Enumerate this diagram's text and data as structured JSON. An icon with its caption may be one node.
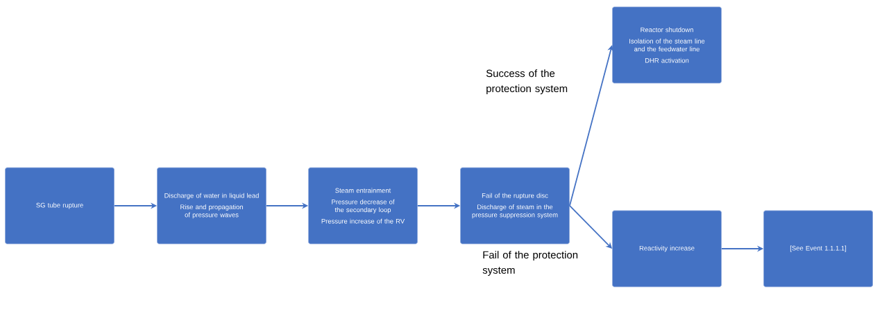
{
  "diagram": {
    "nodes": [
      {
        "text": [
          "SG tube rupture"
        ]
      },
      {
        "text": [
          "Discharge of water in liquid lead",
          "Rise and propagation of pressure waves"
        ]
      },
      {
        "text": [
          "Steam entrainment",
          "Pressure decrease of the secondary loop",
          "Pressure increase of the RV"
        ]
      },
      {
        "text": [
          "Fail of the rupture disc",
          "Discharge of steam in the pressure suppression system"
        ]
      },
      {
        "text": [
          "Reactor shutdown",
          "Isolation of the steam line and the feedwater line",
          "DHR activation"
        ]
      },
      {
        "text": [
          "Reactivity increase"
        ]
      },
      {
        "text": [
          "[See Event 1.1.1.1]"
        ]
      }
    ],
    "edges": [
      {
        "from": 0,
        "to": 1,
        "arrow": "to"
      },
      {
        "from": 1,
        "to": 2,
        "arrow": "to"
      },
      {
        "from": 2,
        "to": 3,
        "arrow": "to"
      },
      {
        "from": 3,
        "to": 4,
        "arrow": "to",
        "label": "Success of the protection system"
      },
      {
        "from": 3,
        "to": 5,
        "arrow": "to",
        "label": "Fail of the protection system"
      },
      {
        "from": 5,
        "to": 6,
        "arrow": "to"
      }
    ]
  }
}
